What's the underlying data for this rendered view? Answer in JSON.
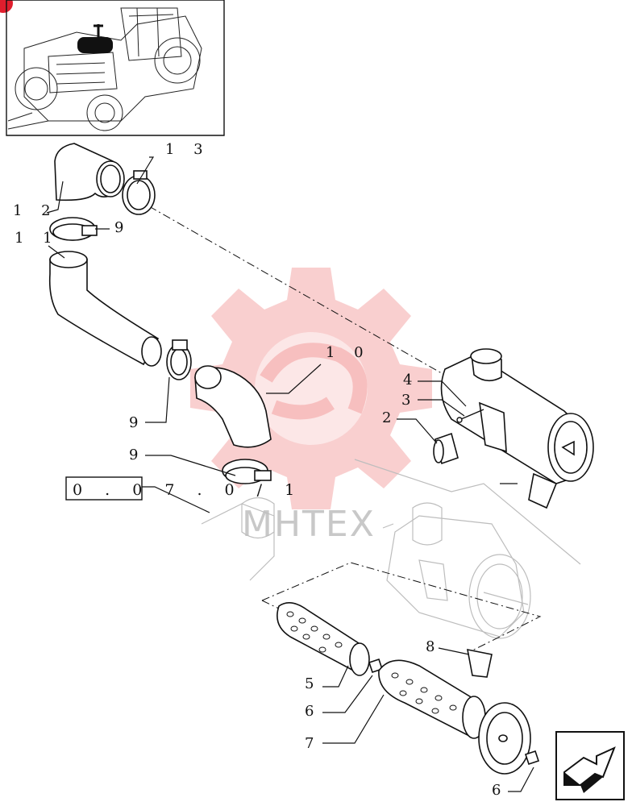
{
  "callouts": {
    "c1": "1 3",
    "c2": "1 2",
    "c3": "9",
    "c4": "1 1",
    "c5": "1 0",
    "c6": "4",
    "c7": "3",
    "c8": "2",
    "c9": "9",
    "c10": "9",
    "c11": "8",
    "c12": "5",
    "c13": "6",
    "c14": "7",
    "c15": "6"
  },
  "reference_box": "0 . 0 7 . 0 / 1",
  "watermark": "МНТЕХ",
  "colors": {
    "line": "#111111",
    "ghost": "#bdbdbd",
    "watermark": "#f28c8c",
    "corner_badge": "#e01e2d"
  },
  "icons": {
    "next_page": "arrow-forward-icon",
    "locator": "tractor-locator-thumbnail",
    "watermark_logo": "gear-logo-watermark"
  }
}
